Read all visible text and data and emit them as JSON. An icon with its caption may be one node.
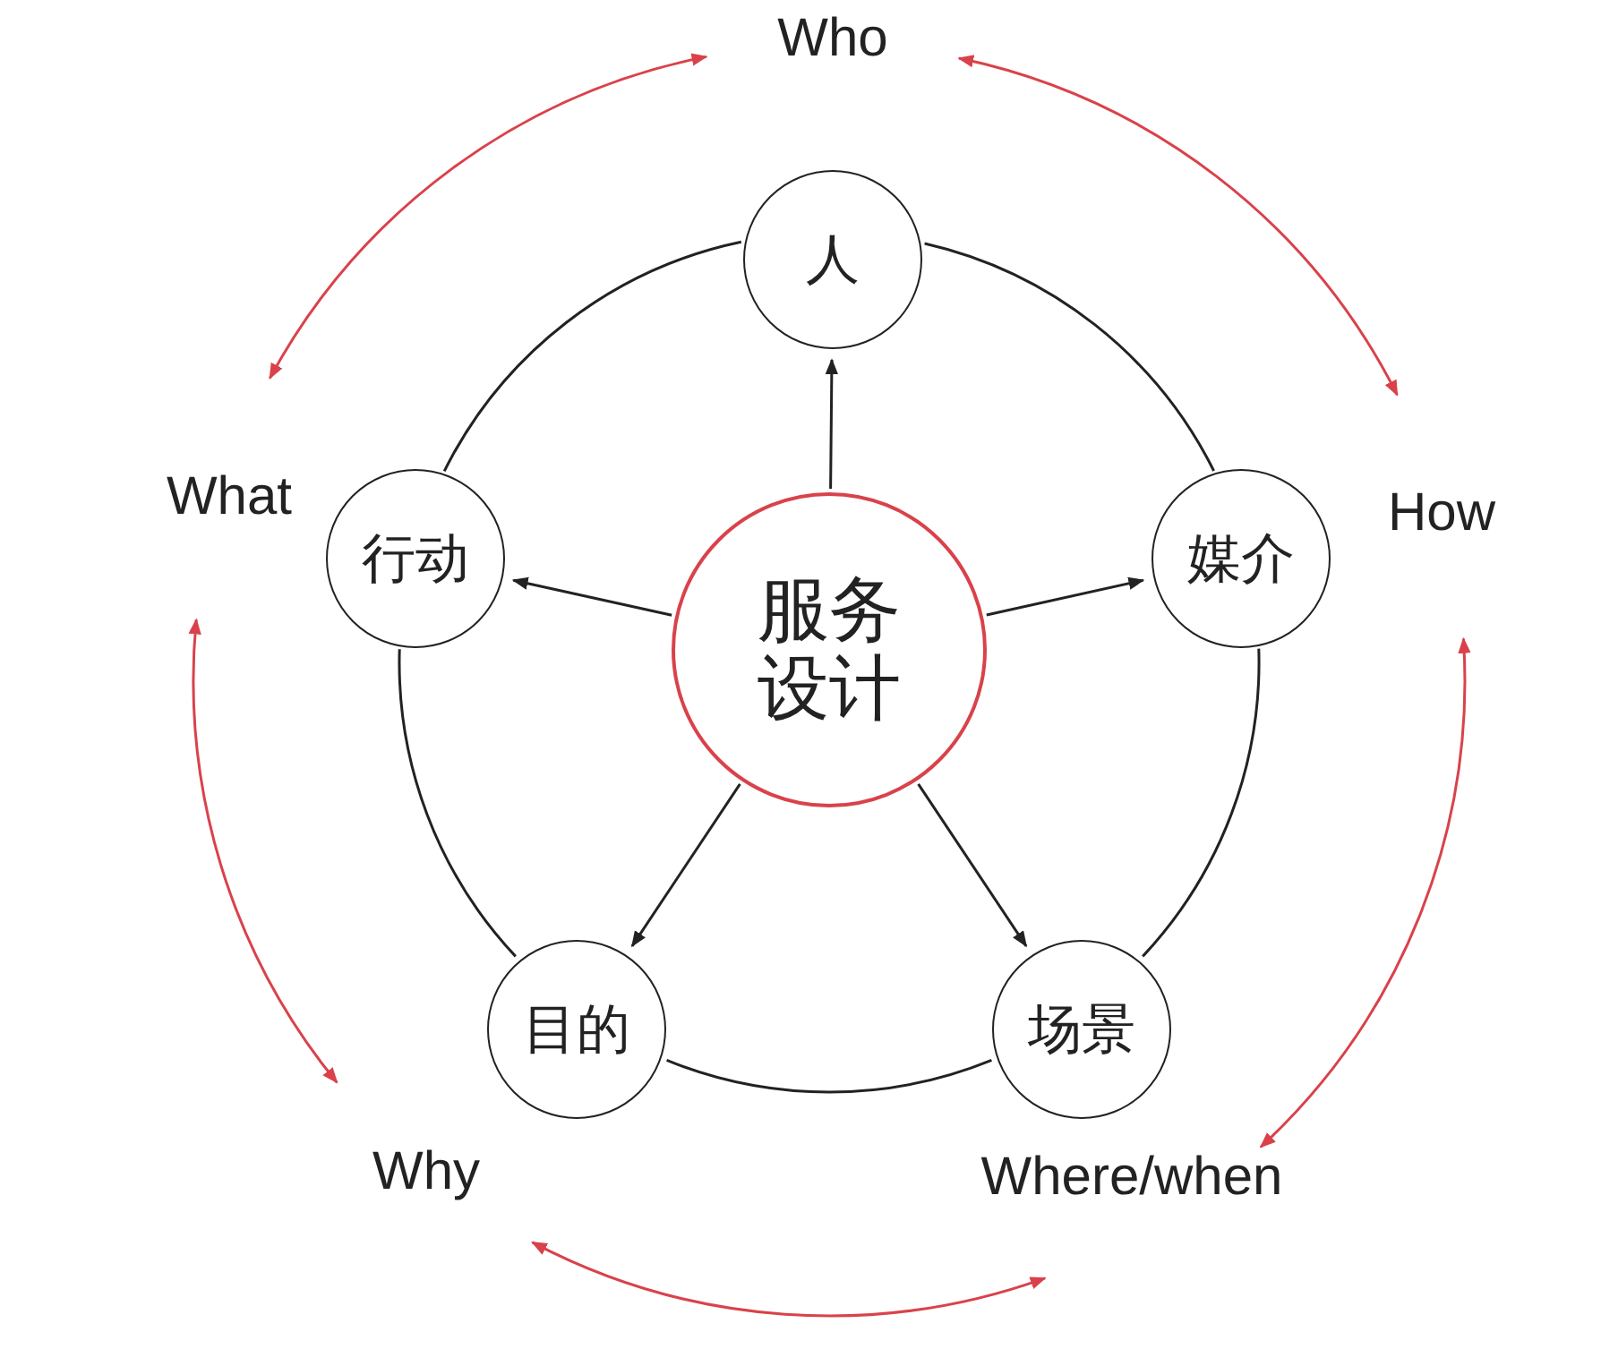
{
  "diagram": {
    "nodes": [
      {
        "text": [
          "服务设计"
        ]
      },
      {
        "text": [
          "人"
        ]
      },
      {
        "text": [
          "媒介"
        ]
      },
      {
        "text": [
          "场景"
        ]
      },
      {
        "text": [
          "目的"
        ]
      },
      {
        "text": [
          "行动"
        ]
      },
      {
        "text": [
          "Who"
        ]
      },
      {
        "text": [
          "How"
        ]
      },
      {
        "text": [
          "Where/when"
        ]
      },
      {
        "text": [
          "Why"
        ]
      },
      {
        "text": [
          "What"
        ]
      }
    ],
    "edges": [
      {
        "from": 0,
        "to": 1,
        "arrow": "to"
      },
      {
        "from": 0,
        "to": 2,
        "arrow": "to"
      },
      {
        "from": 0,
        "to": 3,
        "arrow": "to"
      },
      {
        "from": 0,
        "to": 4,
        "arrow": "to"
      },
      {
        "from": 0,
        "to": 5,
        "arrow": "to"
      },
      {
        "from": 1,
        "to": 2,
        "arrow": "none"
      },
      {
        "from": 2,
        "to": 3,
        "arrow": "none"
      },
      {
        "from": 3,
        "to": 4,
        "arrow": "none"
      },
      {
        "from": 4,
        "to": 5,
        "arrow": "none"
      },
      {
        "from": 5,
        "to": 1,
        "arrow": "none"
      },
      {
        "from": 6,
        "to": 7,
        "arrow": "both",
        "color": "#d9424b"
      },
      {
        "from": 7,
        "to": 8,
        "arrow": "both",
        "color": "#d9424b"
      },
      {
        "from": 8,
        "to": 9,
        "arrow": "both",
        "color": "#d9424b"
      },
      {
        "from": 9,
        "to": 10,
        "arrow": "both",
        "color": "#d9424b"
      },
      {
        "from": 10,
        "to": 6,
        "arrow": "both",
        "color": "#d9424b"
      }
    ]
  }
}
